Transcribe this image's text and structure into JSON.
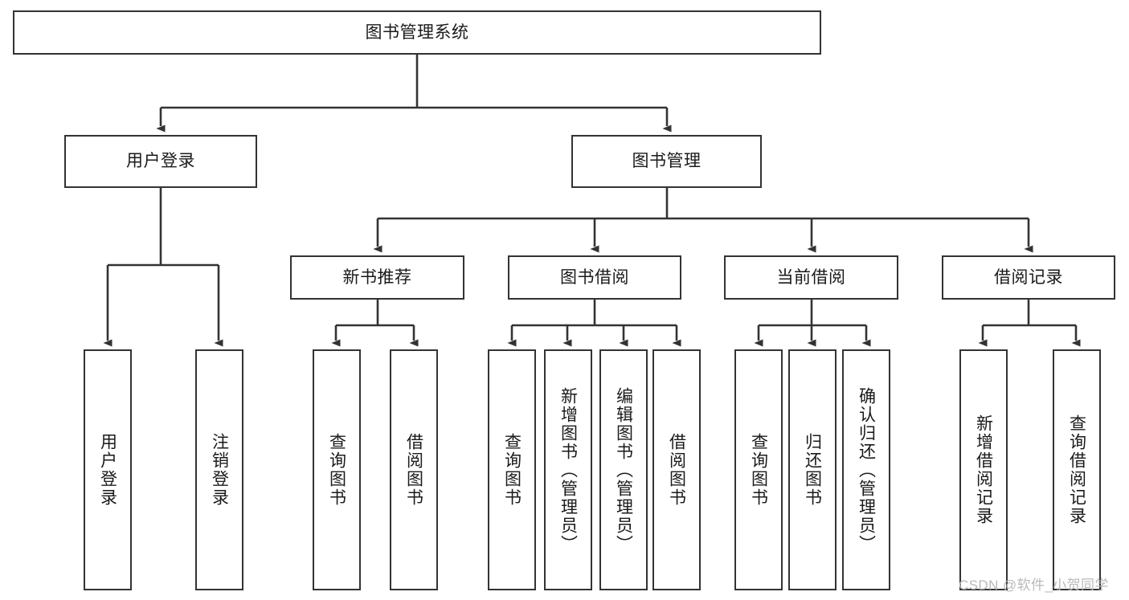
{
  "diagram": {
    "title": "图书管理系统",
    "type": "functional-structure-tree",
    "watermark": "CSDN @软件_小贺同学",
    "root": {
      "label": "图书管理系统"
    },
    "level2": [
      {
        "label": "用户登录"
      },
      {
        "label": "图书管理"
      }
    ],
    "level3": [
      {
        "label": "新书推荐"
      },
      {
        "label": "图书借阅"
      },
      {
        "label": "当前借阅"
      },
      {
        "label": "借阅记录"
      }
    ],
    "leaves": {
      "user_login": [
        {
          "label": "用户登录"
        },
        {
          "label": "注销登录"
        }
      ],
      "new_book_recommend": [
        {
          "label": "查询图书"
        },
        {
          "label": "借阅图书"
        }
      ],
      "book_borrow": [
        {
          "label": "查询图书"
        },
        {
          "label": "新增图书（管理员）"
        },
        {
          "label": "编辑图书（管理员）"
        },
        {
          "label": "借阅图书"
        }
      ],
      "current_borrow": [
        {
          "label": "查询图书"
        },
        {
          "label": "归还图书"
        },
        {
          "label": "确认归还（管理员）"
        }
      ],
      "borrow_record": [
        {
          "label": "新增借阅记录"
        },
        {
          "label": "查询借阅记录"
        }
      ]
    },
    "colors": {
      "stroke": "#333333",
      "background": "#ffffff",
      "text": "#1a1a1a",
      "watermark": "#b9b9b9"
    }
  }
}
